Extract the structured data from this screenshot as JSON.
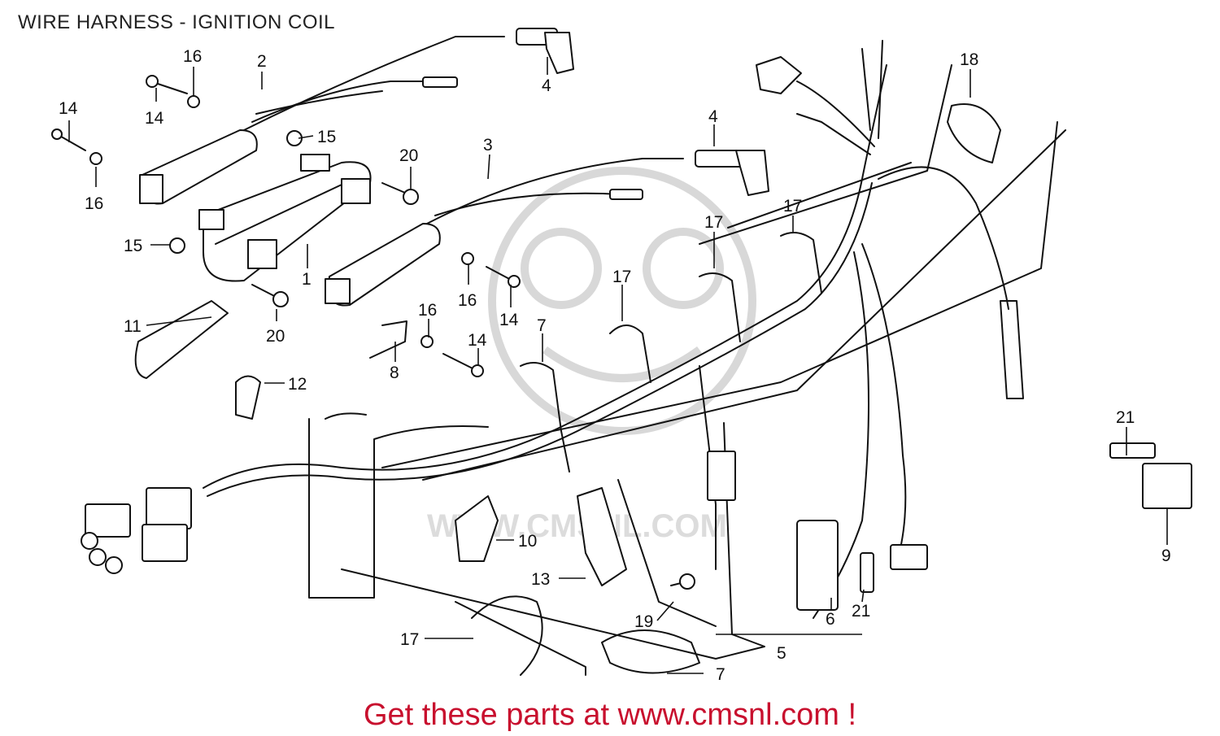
{
  "header": {
    "title": "WIRE HARNESS - IGNITION COIL"
  },
  "footer": {
    "link_text": "Get these parts at www.cmsnl.com !"
  },
  "watermark": {
    "text": "WWW.CMSNL.COM"
  },
  "callouts": [
    {
      "id": "c1",
      "label": "1"
    },
    {
      "id": "c2",
      "label": "2"
    },
    {
      "id": "c3",
      "label": "3"
    },
    {
      "id": "c4a",
      "label": "4"
    },
    {
      "id": "c4b",
      "label": "4"
    },
    {
      "id": "c5",
      "label": "5"
    },
    {
      "id": "c6",
      "label": "6"
    },
    {
      "id": "c7a",
      "label": "7"
    },
    {
      "id": "c7b",
      "label": "7"
    },
    {
      "id": "c8",
      "label": "8"
    },
    {
      "id": "c9",
      "label": "9"
    },
    {
      "id": "c10",
      "label": "10"
    },
    {
      "id": "c11",
      "label": "11"
    },
    {
      "id": "c12",
      "label": "12"
    },
    {
      "id": "c13",
      "label": "13"
    },
    {
      "id": "c14a",
      "label": "14"
    },
    {
      "id": "c14b",
      "label": "14"
    },
    {
      "id": "c14c",
      "label": "14"
    },
    {
      "id": "c14d",
      "label": "14"
    },
    {
      "id": "c15a",
      "label": "15"
    },
    {
      "id": "c15b",
      "label": "15"
    },
    {
      "id": "c16a",
      "label": "16"
    },
    {
      "id": "c16b",
      "label": "16"
    },
    {
      "id": "c16c",
      "label": "16"
    },
    {
      "id": "c16d",
      "label": "16"
    },
    {
      "id": "c17a",
      "label": "17"
    },
    {
      "id": "c17b",
      "label": "17"
    },
    {
      "id": "c17c",
      "label": "17"
    },
    {
      "id": "c17d",
      "label": "17"
    },
    {
      "id": "c18",
      "label": "18"
    },
    {
      "id": "c19",
      "label": "19"
    },
    {
      "id": "c20a",
      "label": "20"
    },
    {
      "id": "c20b",
      "label": "20"
    },
    {
      "id": "c21a",
      "label": "21"
    },
    {
      "id": "c21b",
      "label": "21"
    }
  ]
}
